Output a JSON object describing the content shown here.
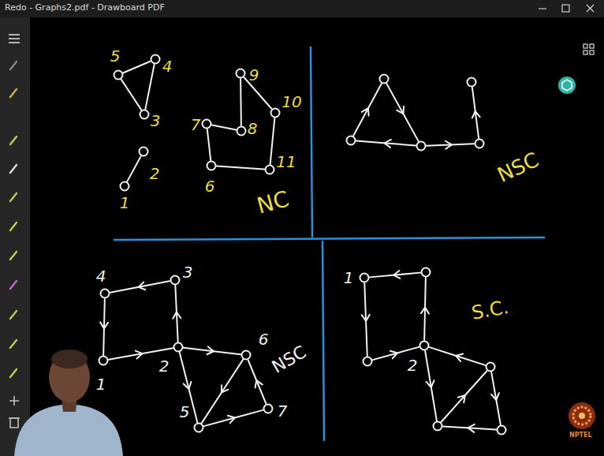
{
  "diagram": {
    "nodes": [
      {
        "text": [
          "5"
        ]
      },
      {
        "text": [
          "4"
        ]
      },
      {
        "text": [
          "3"
        ]
      },
      {
        "text": [
          "2"
        ]
      },
      {
        "text": [
          "1"
        ]
      },
      {
        "text": [
          "9"
        ]
      },
      {
        "text": [
          "10"
        ]
      },
      {
        "text": [
          "7"
        ]
      },
      {
        "text": [
          "8"
        ]
      },
      {
        "text": [
          "11"
        ]
      },
      {
        "text": [
          "6"
        ]
      },
      {
        "text": []
      },
      {
        "text": []
      },
      {
        "text": []
      },
      {
        "text": []
      },
      {
        "text": []
      },
      {
        "text": [
          "4"
        ]
      },
      {
        "text": [
          "3"
        ]
      },
      {
        "text": [
          "2"
        ]
      },
      {
        "text": [
          "6"
        ]
      },
      {
        "text": [
          "1"
        ]
      },
      {
        "text": [
          "5"
        ]
      },
      {
        "text": [
          "7"
        ]
      },
      {
        "text": [
          "1"
        ]
      },
      {
        "text": []
      },
      {
        "text": [
          "2"
        ]
      },
      {
        "text": []
      },
      {
        "text": []
      },
      {
        "text": []
      },
      {
        "text": []
      }
    ],
    "edges": [
      {
        "from": 0,
        "to": 1,
        "arrow": "none"
      },
      {
        "from": 1,
        "to": 2,
        "arrow": "none"
      },
      {
        "from": 2,
        "to": 0,
        "arrow": "none"
      },
      {
        "from": 4,
        "to": 3,
        "arrow": "none"
      },
      {
        "from": 7,
        "to": 8,
        "arrow": "none"
      },
      {
        "from": 8,
        "to": 5,
        "arrow": "none"
      },
      {
        "from": 5,
        "to": 6,
        "arrow": "none"
      },
      {
        "from": 6,
        "to": 9,
        "arrow": "none"
      },
      {
        "from": 9,
        "to": 10,
        "arrow": "none"
      },
      {
        "from": 10,
        "to": 7,
        "arrow": "none"
      },
      {
        "from": 13,
        "to": 11,
        "arrow": "to"
      },
      {
        "from": 11,
        "to": 14,
        "arrow": "to"
      },
      {
        "from": 14,
        "to": 13,
        "arrow": "to"
      },
      {
        "from": 14,
        "to": 15,
        "arrow": "to"
      },
      {
        "from": 15,
        "to": 12,
        "arrow": "to"
      },
      {
        "from": 17,
        "to": 16,
        "arrow": "to"
      },
      {
        "from": 16,
        "to": 20,
        "arrow": "to"
      },
      {
        "from": 20,
        "to": 18,
        "arrow": "to"
      },
      {
        "from": 18,
        "to": 17,
        "arrow": "to"
      },
      {
        "from": 18,
        "to": 19,
        "arrow": "to"
      },
      {
        "from": 18,
        "to": 21,
        "arrow": "to"
      },
      {
        "from": 19,
        "to": 21,
        "arrow": "to"
      },
      {
        "from": 21,
        "to": 22,
        "arrow": "to"
      },
      {
        "from": 22,
        "to": 19,
        "arrow": "to"
      },
      {
        "from": 24,
        "to": 23,
        "arrow": "to"
      },
      {
        "from": 23,
        "to": 26,
        "arrow": "to"
      },
      {
        "from": 26,
        "to": 25,
        "arrow": "to"
      },
      {
        "from": 25,
        "to": 24,
        "arrow": "to"
      },
      {
        "from": 27,
        "to": 25,
        "arrow": "to"
      },
      {
        "from": 25,
        "to": 28,
        "arrow": "to"
      },
      {
        "from": 28,
        "to": 27,
        "arrow": "to"
      },
      {
        "from": 27,
        "to": 29,
        "arrow": "to"
      },
      {
        "from": 29,
        "to": 28,
        "arrow": "to"
      }
    ],
    "labels": [
      "Redo - Graphs2.pdf - Drawboard PDF",
      "NC",
      "NSC",
      "NSC",
      "S.C.",
      "NPTEL"
    ]
  }
}
